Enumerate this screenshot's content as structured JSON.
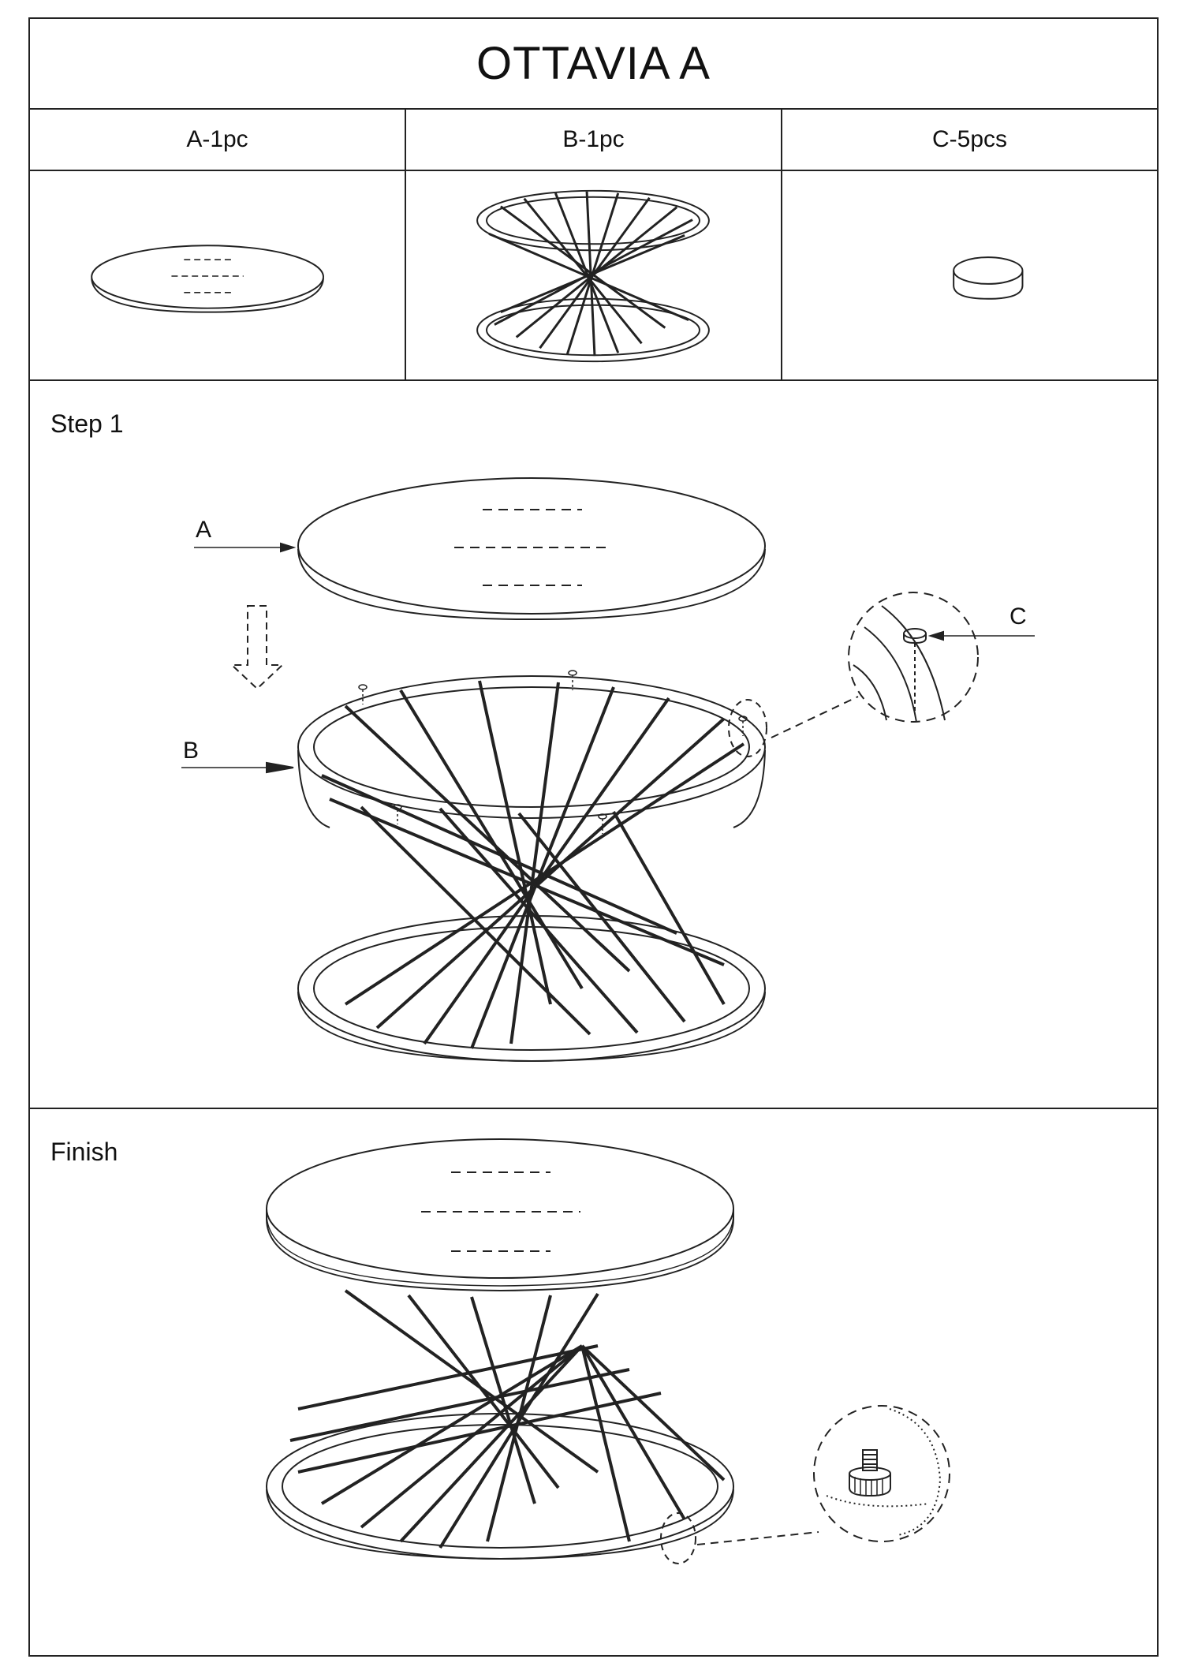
{
  "title": "OTTAVIA A",
  "parts": [
    {
      "label": "A-1pc"
    },
    {
      "label": "B-1pc"
    },
    {
      "label": "C-5pcs"
    }
  ],
  "step1": {
    "label": "Step 1",
    "callouts": {
      "a": "A",
      "b": "B",
      "c": "C"
    }
  },
  "finish": {
    "label": "Finish"
  }
}
